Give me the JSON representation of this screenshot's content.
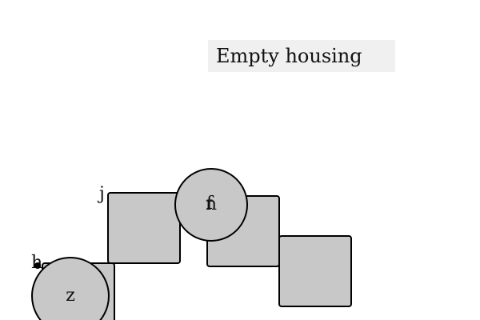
{
  "scene": {
    "title": "Empty housing",
    "blocks": [
      {
        "id": "block-1"
      },
      {
        "id": "block-2"
      },
      {
        "id": "block-3"
      },
      {
        "id": "block-4"
      }
    ],
    "tokens": [
      {
        "label": "n",
        "overlap_label": "f"
      },
      {
        "label": "z"
      }
    ],
    "tags": {
      "block_tag": "j",
      "corner_tag": "h"
    },
    "colors": {
      "piece_fill": "#c8c8c8",
      "outline": "#000000",
      "title_background": "#f0f0f0"
    }
  }
}
